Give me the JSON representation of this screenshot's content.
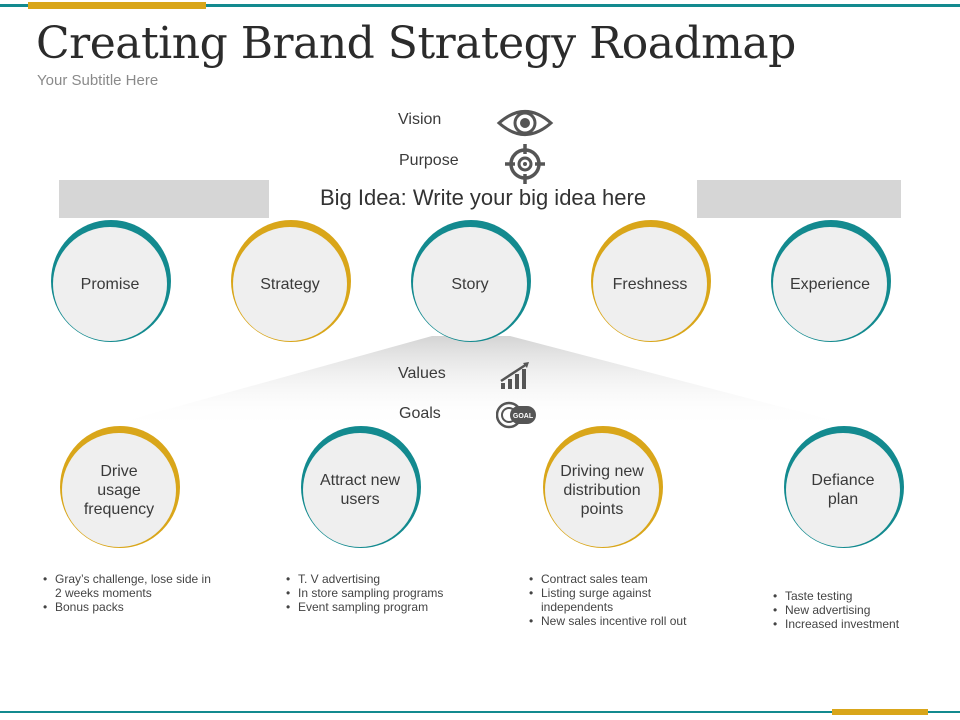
{
  "header": {
    "title": "Creating Brand Strategy Roadmap",
    "subtitle": "Your Subtitle Here"
  },
  "top_labels": {
    "vision": "Vision",
    "purpose": "Purpose",
    "big_idea": "Big Idea: Write your big idea here"
  },
  "top_circles": [
    {
      "label": "Promise",
      "color": "teal"
    },
    {
      "label": "Strategy",
      "color": "gold"
    },
    {
      "label": "Story",
      "color": "teal"
    },
    {
      "label": "Freshness",
      "color": "gold"
    },
    {
      "label": "Experience",
      "color": "teal"
    }
  ],
  "mid_labels": {
    "values": "Values",
    "goals": "Goals",
    "goal_badge": "GOAL"
  },
  "bottom_circles": [
    {
      "label": "Drive usage frequency",
      "color": "gold",
      "bullets": [
        "Gray’s challenge, lose side in 2 weeks moments",
        "Bonus packs"
      ]
    },
    {
      "label": "Attract new users",
      "color": "teal",
      "bullets": [
        "T. V advertising",
        "In store sampling programs",
        "Event sampling program"
      ]
    },
    {
      "label": "Driving new distribution points",
      "color": "gold",
      "bullets": [
        "Contract sales team",
        "Listing surge against independents",
        "New sales incentive roll out"
      ]
    },
    {
      "label": "Defiance plan",
      "color": "teal",
      "bullets": [
        "Taste testing",
        "New advertising",
        "Increased investment"
      ]
    }
  ],
  "colors": {
    "teal": "#138a8f",
    "gold": "#d9a61a",
    "circle_fill": "#efefef",
    "bar_gray": "#d6d6d6"
  }
}
